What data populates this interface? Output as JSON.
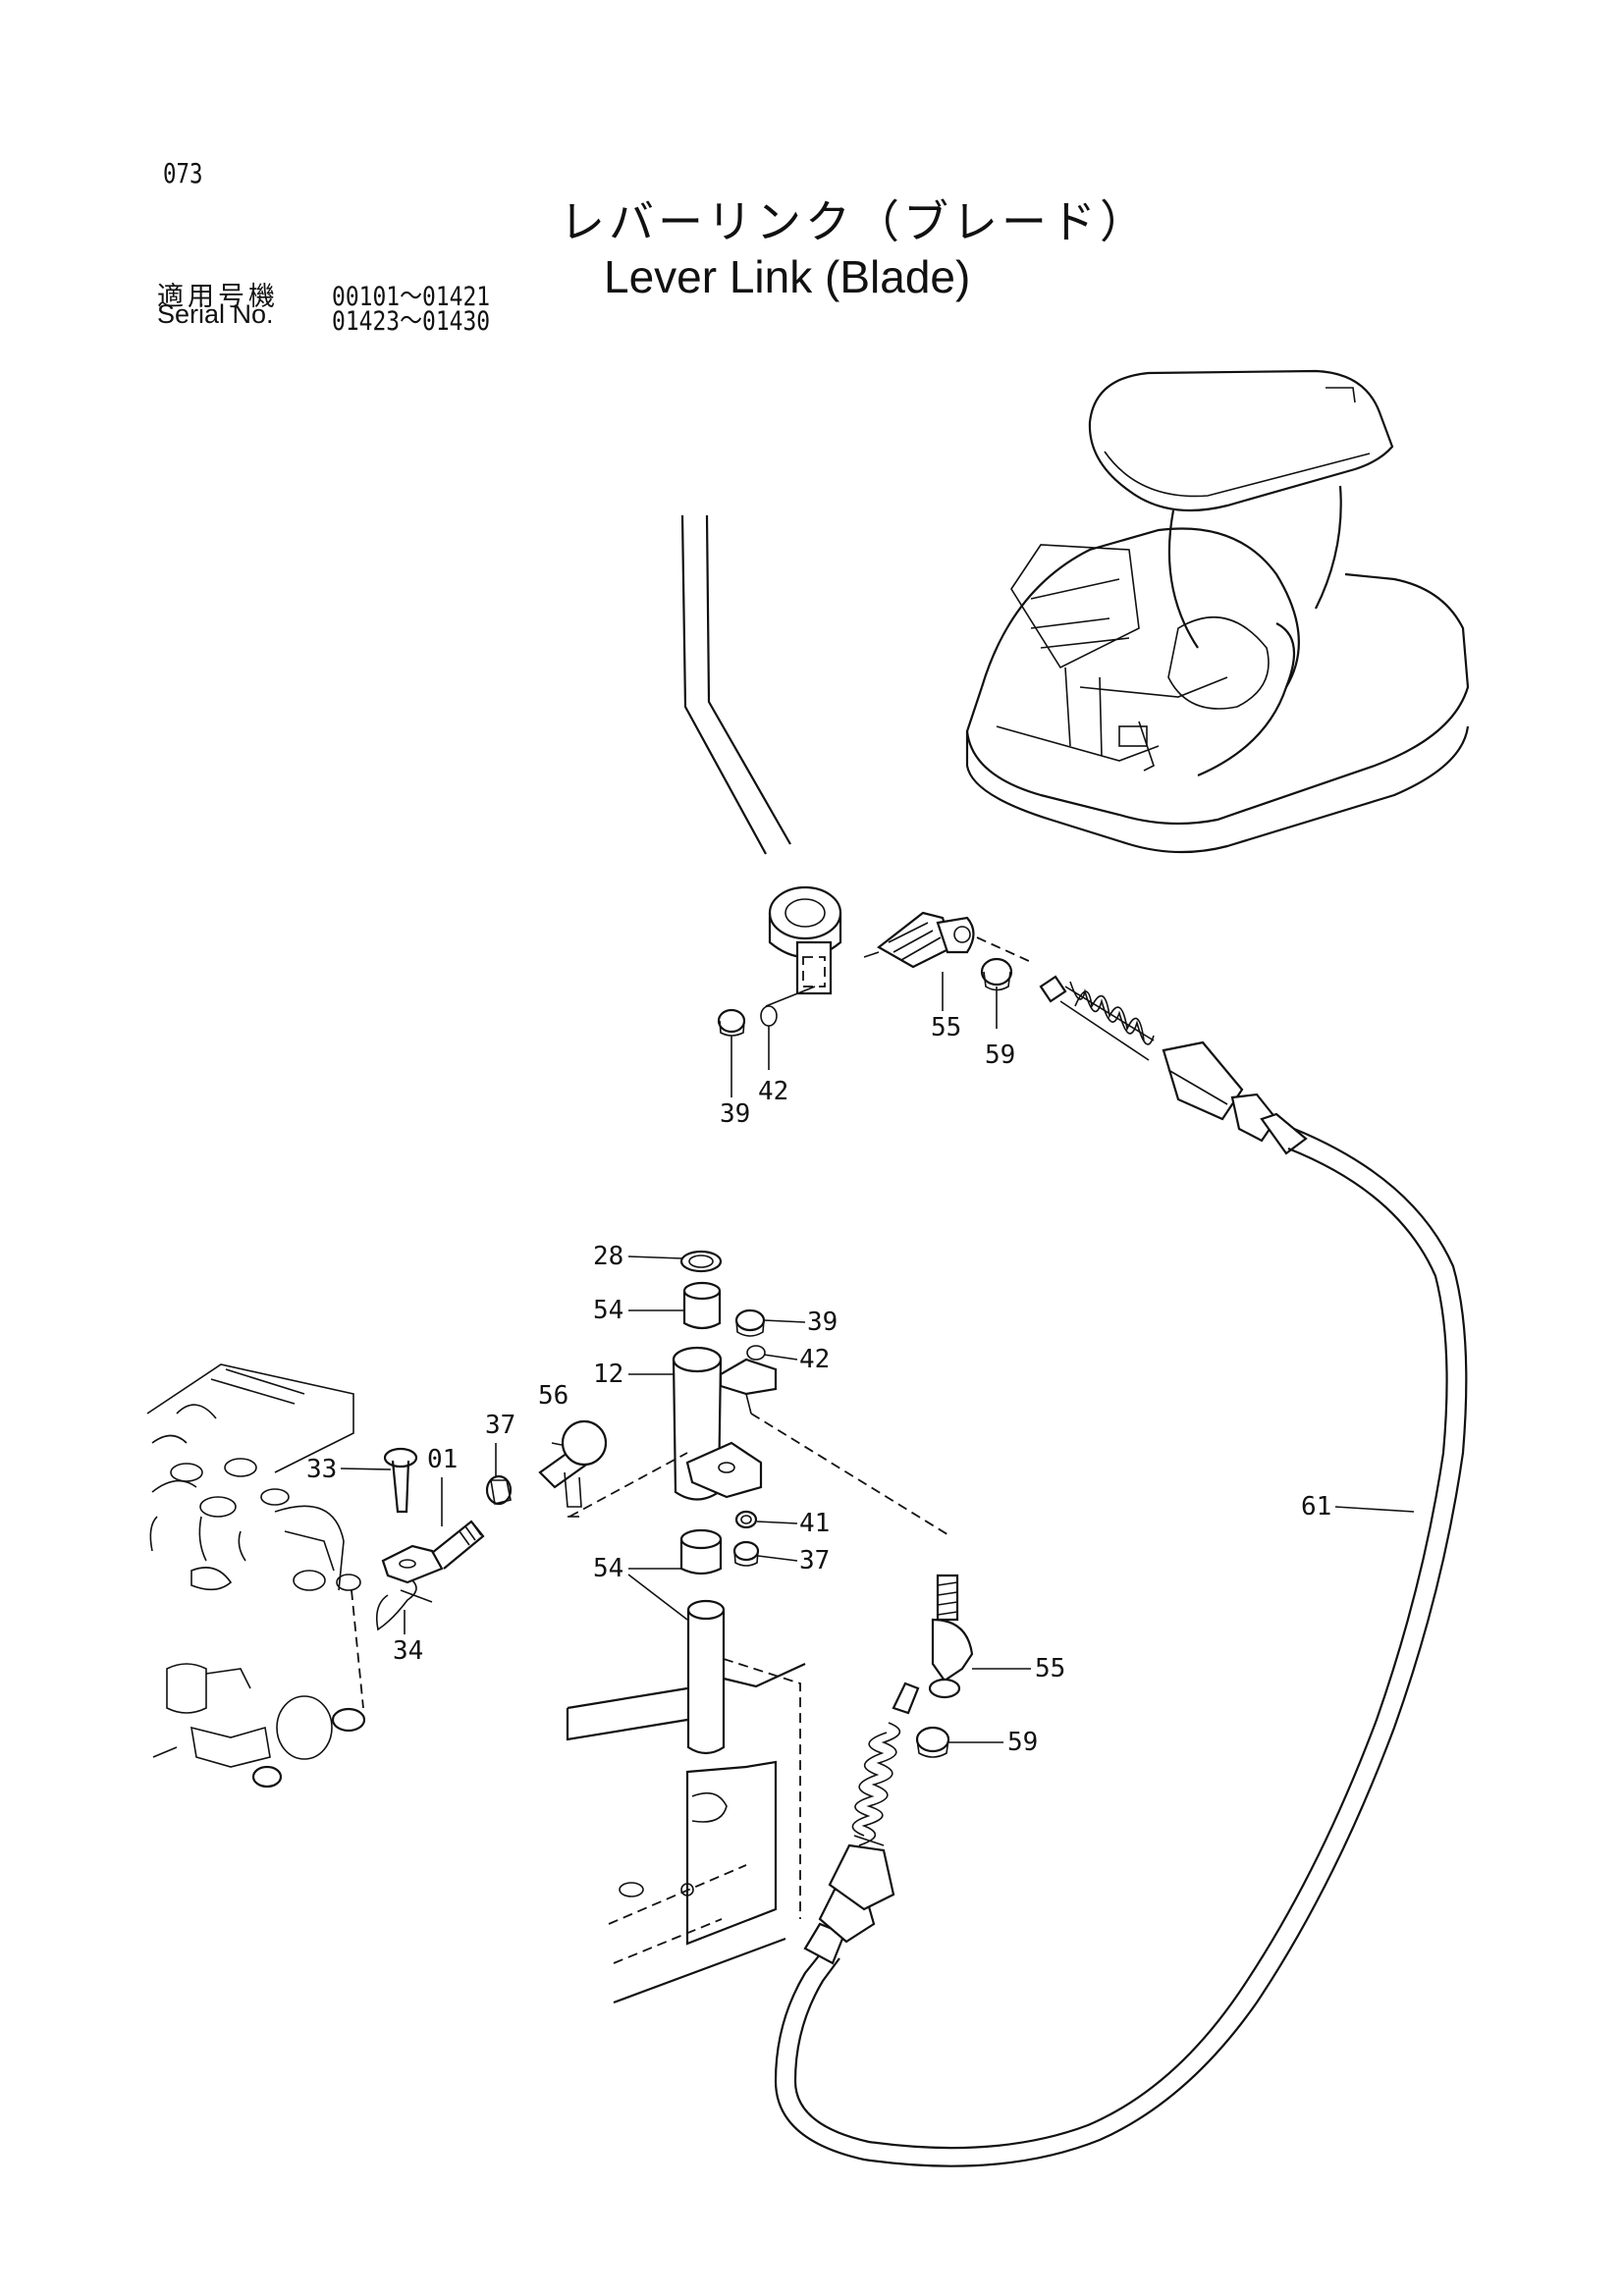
{
  "page_number": "073",
  "title_jp": "レバーリンク（ブレード）",
  "title_en": "Lever Link (Blade)",
  "serial": {
    "label_jp": "適用号機",
    "label_en": "Serial No.",
    "range_1": "00101～01421",
    "range_2": "01423～01430"
  },
  "callouts": [
    {
      "id": "c55a",
      "label": "55"
    },
    {
      "id": "c59a",
      "label": "59"
    },
    {
      "id": "c39a",
      "label": "39"
    },
    {
      "id": "c42a",
      "label": "42"
    },
    {
      "id": "c28",
      "label": "28"
    },
    {
      "id": "c54a",
      "label": "54"
    },
    {
      "id": "c39b",
      "label": "39"
    },
    {
      "id": "c42b",
      "label": "42"
    },
    {
      "id": "c12",
      "label": "12"
    },
    {
      "id": "c56",
      "label": "56"
    },
    {
      "id": "c37a",
      "label": "37"
    },
    {
      "id": "c33",
      "label": "33"
    },
    {
      "id": "c01",
      "label": "01"
    },
    {
      "id": "c41",
      "label": "41"
    },
    {
      "id": "c54b",
      "label": "54"
    },
    {
      "id": "c37b",
      "label": "37"
    },
    {
      "id": "c34",
      "label": "34"
    },
    {
      "id": "c61",
      "label": "61"
    },
    {
      "id": "c55b",
      "label": "55"
    },
    {
      "id": "c59b",
      "label": "59"
    }
  ]
}
